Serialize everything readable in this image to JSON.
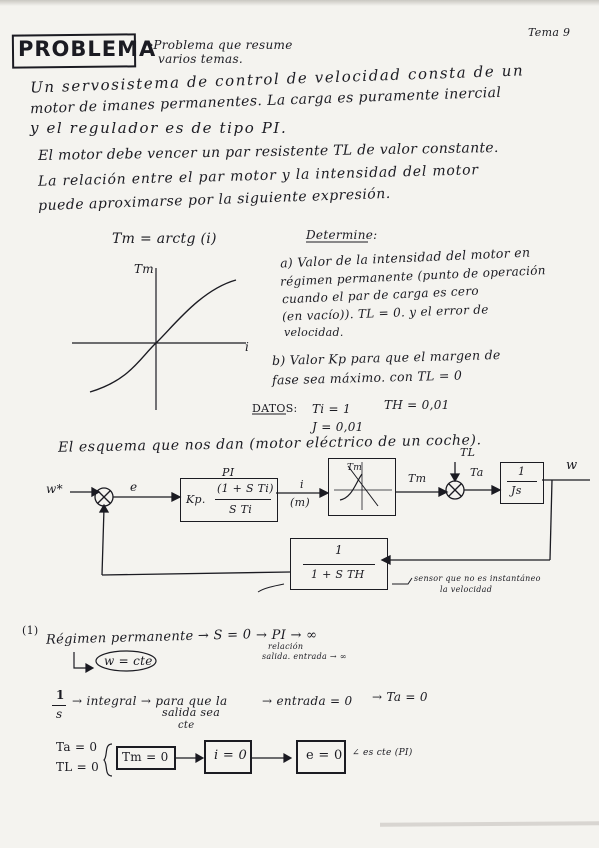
{
  "header": {
    "title": "PROBLEMA",
    "note_line1": "→Problema que resume",
    "note_line2": "varios temas.",
    "tema": "Tema 9"
  },
  "statement": [
    "Un servosistema de control de velocidad consta de un",
    "motor de imanes permanentes. La carga es puramente inercial",
    "y el regulador es de tipo PI.",
    "El motor debe vencer un par resistente TL de valor constante.",
    "La relación entre el par motor y la intensidad del motor",
    "puede aproximarse por la siguiente expresión."
  ],
  "equation": "Tm = arctg (i)",
  "graph": {
    "ylabel": "Tm",
    "xlabel": "i"
  },
  "determine": {
    "heading": "Determine:",
    "a_lines": [
      "a) Valor de la intensidad del motor en",
      "régimen permanente (punto de operación",
      "cuando el par de carga es cero",
      "(en vacío)). TL = 0. y el error de",
      "velocidad."
    ],
    "b_lines": [
      "b) Valor Kp para que el margen de",
      "fase sea máximo. con TL = 0"
    ]
  },
  "datos": {
    "label": "DATOS:",
    "ti": "Ti = 1",
    "th": "TH = 0,01",
    "j": "J = 0,01"
  },
  "diagram": {
    "caption": "El esquema que nos dan (motor eléctrico de un coche).",
    "w_ref": "w*",
    "e": "e",
    "pi_label": "PI",
    "pi_kp": "Kp.",
    "pi_num": "(1 + S Ti)",
    "pi_den": "S Ti",
    "i_label": "i",
    "m_label": "(m)",
    "nl_label": "Tm",
    "tm_label": "Tm",
    "tl_label": "TL",
    "ta_label": "Ta",
    "js_num": "1",
    "js_den": "Js",
    "w_out": "w",
    "fb_num": "1",
    "fb_den": "1 + S TH",
    "fb_note_line1": "sensor que no es instantáneo",
    "fb_note_line2": "la velocidad"
  },
  "solution": {
    "label": "(1)",
    "line1_a": "Régimen permanente → S = 0",
    "line1_b": "→ PI → ∞",
    "line1_note1": "relación",
    "line1_note2": "salida. entrada → ∞",
    "line2": "w = cte",
    "frac_num": "1",
    "frac_den": "s",
    "line3_a": "→ integral → para que la",
    "line3_b": "salida sea",
    "line3_c": "cte",
    "line3_d": "→ entrada = 0",
    "line3_e": "→ Ta = 0",
    "ta0": "Ta = 0",
    "tl0": "TL = 0",
    "tm0": "Tm = 0",
    "i0": "i = 0",
    "e0": "e = 0",
    "final": "∠ es cte (PI)"
  }
}
